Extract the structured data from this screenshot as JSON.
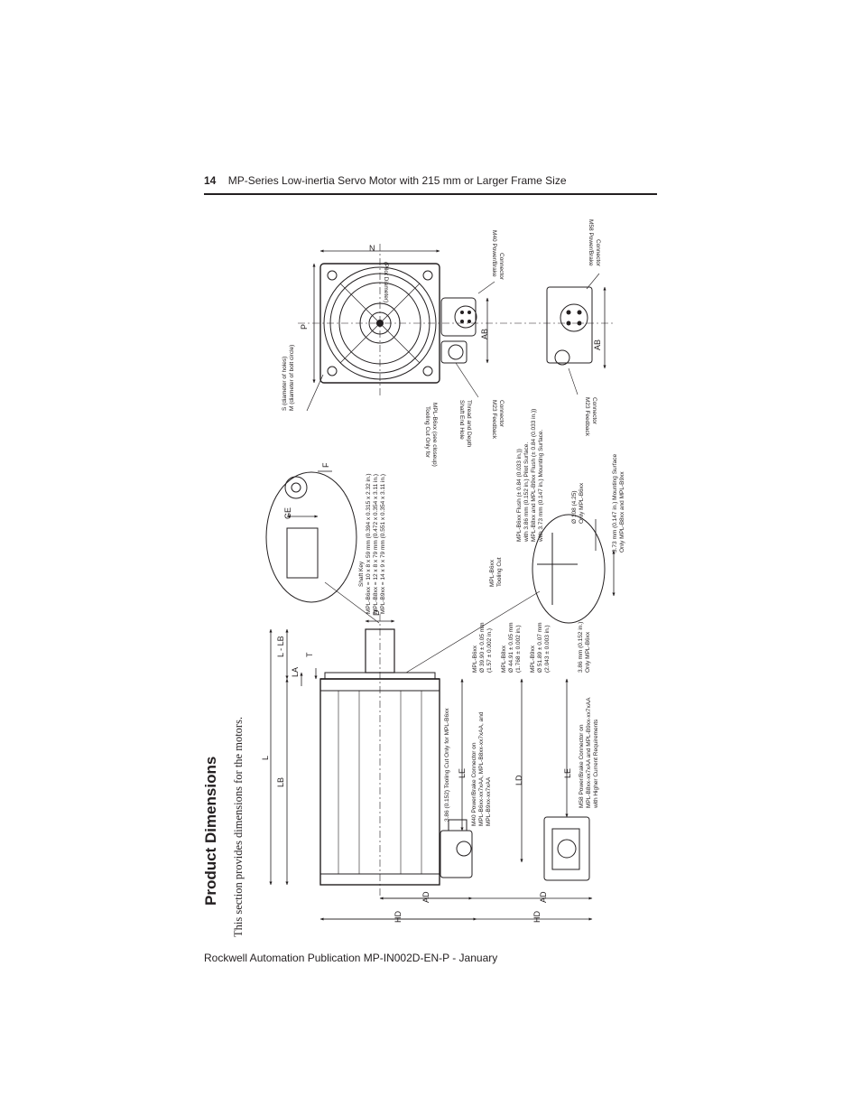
{
  "header": {
    "page_number": "14",
    "title": "MP-Series Low-inertia Servo Motor with 215 mm or Larger Frame Size"
  },
  "section": {
    "title": "Product Dimensions",
    "intro": "This section provides dimensions for the motors."
  },
  "footer": {
    "publication": "Rockwell Automation Publication MP-IN002D-EN-P - January"
  },
  "drawing": {
    "dims": {
      "N": "N",
      "pilot": "(Pilot Diameter)",
      "P": "P",
      "AB": "AB",
      "L": "L",
      "LB": "LB",
      "L_LB": "L - LB",
      "LA": "LA",
      "T": "T",
      "D": "D",
      "LE": "LE",
      "LD": "LD",
      "AD": "AD",
      "HD": "HD",
      "GE": "GE",
      "F": "F"
    },
    "labels": {
      "s_holes": "S (diameter of holes)",
      "m_bolt": "M (diameter of bolt circle)",
      "m40": "M40 Power/Brake",
      "m40b": "Connector",
      "m58": "M58 Power/Brake",
      "m58b": "Connector",
      "tool1": "Tooling Cut Only for",
      "tool2": "MPL-B6xx (see closeup)",
      "shaft1": "Shaft End Hole",
      "shaft2": "Thread and Depth",
      "m23a": "M23 Feedback",
      "m23b": "Connector",
      "m23c": "M23 Feedback",
      "m23d": "Connector",
      "key0": "Shaft Key",
      "key1": "MPL-B6xx = 10 x 8 x 59 mm (0.394 x 0.315 x 2.32 in.)",
      "key2": "MPL-B8xx = 12 x 8 x 79 mm (0.472 x 0.354 x 3.11 in.)",
      "key3": "MPL-B9xx = 14 x 9 x 79 mm (0.551 x 0.354 x 3.11 in.)",
      "flush1": "MPL-B6xx Flush (± 0.84 (0.033 in.))",
      "flush2": "with 3.86 mm (0.152 in.) Pilot Surface.",
      "flush3": "MPL-B8xx and MPL-B9xx Flush (± 0.84 (0.033 in.))",
      "flush4": "with 3.73 mm (0.147 in.) Mounting Surface.",
      "phi108a": "Ø 108 (4.25)",
      "phi108b": "Only MPL-B6xx",
      "mnt1": "3.73 mm (0.147 in.) Mounting Surface",
      "mnt2": "Only MPL-B8xx and MPL-B9xx",
      "tc1": "MPL-B6xx",
      "tc2": "Tooling Cut",
      "d1": "MPL-B6xx",
      "d2": "Ø 39.90 ± 0.05 mm",
      "d3": "(1.57 ± 0.002 in.)",
      "d4": "MPL-B8xx",
      "d5": "Ø 44.91 ± 0.05 mm",
      "d6": "(1.768 ± 0.002 in.)",
      "d7": "MPL-B9xx",
      "d8": "Ø 51.89 ± 0.07 mm",
      "d9": "(2.043 ± 0.003 in.)",
      "p1": "3.86 mm (0.152 in.)",
      "p2": "Only MPL-B6xx",
      "t386": "3.86 (0.152) Tooling Cut Only for MPL-B6xx",
      "m40n1": "M40 Power/Brake Connector on",
      "m40n2": "MPL-B6xx-xx7xAA, MPL-B8xx-xx7xAA, and",
      "m40n3": "MPL-B9xx-xx7xAA",
      "m58n1": "M58 Power/Brake Connector on",
      "m58n2": "MPL-B8xx-xx7xAA and MPL-B9xx-xx7xAA",
      "m58n3": "with Higher Current Requirements"
    }
  }
}
